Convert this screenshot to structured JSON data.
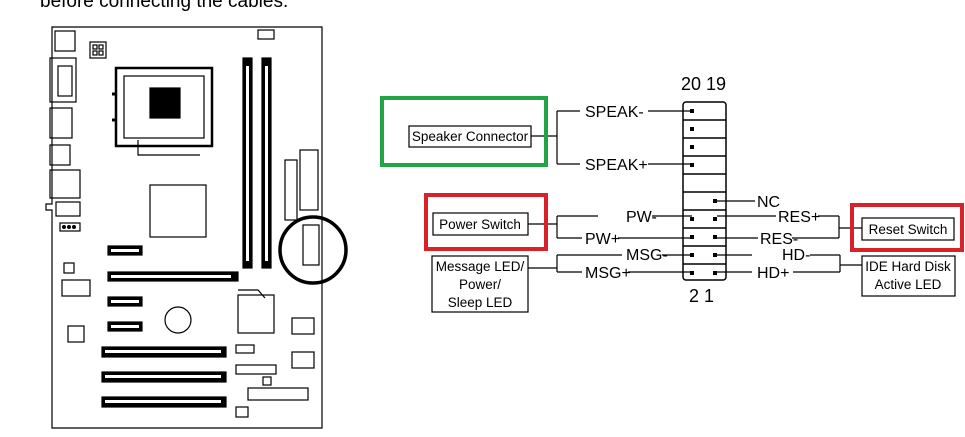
{
  "header": {
    "text": "before connecting the cables."
  },
  "header_labels": {
    "pin_top": "20 19",
    "pin_bottom": "2 1"
  },
  "pins": {
    "speak_minus": "SPEAK-",
    "speak_plus": "SPEAK+",
    "nc": "NC",
    "pw_minus": "PW-",
    "pw_plus": "PW+",
    "res_plus": "RES+",
    "res_minus": "RES-",
    "msg_minus": "MSG-",
    "msg_plus": "MSG+",
    "hd_minus": "HD-",
    "hd_plus": "HD+"
  },
  "boxes": {
    "speaker_connector": "Speaker Connector",
    "power_switch": "Power Switch",
    "reset_switch": "Reset Switch",
    "message_led": [
      "Message LED/",
      "Power/",
      "Sleep LED"
    ],
    "ide_hdd": [
      "IDE Hard Disk",
      "Active LED"
    ]
  },
  "colors": {
    "speaker_highlight": "#22a344",
    "power_highlight": "#d9212a",
    "reset_highlight": "#d9212a",
    "circle": "#000000"
  }
}
